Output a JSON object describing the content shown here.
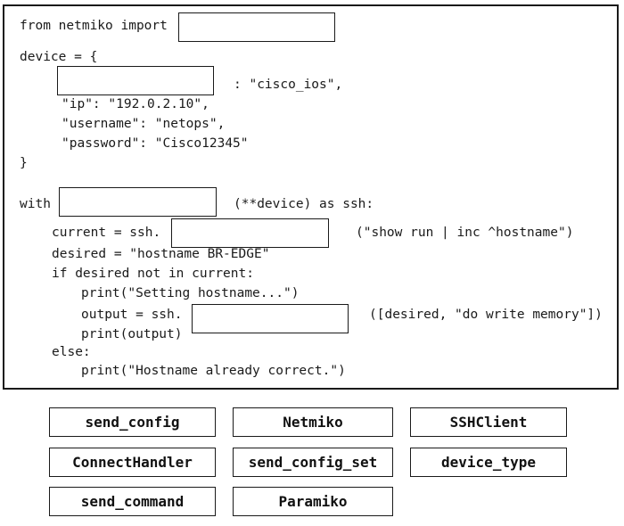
{
  "code": {
    "l1": "from netmiko import",
    "l2": "device = {",
    "l3": ": \"cisco_ios\",",
    "l4": "\"ip\": \"192.0.2.10\",",
    "l5": "\"username\": \"netops\",",
    "l6": "\"password\": \"Cisco12345\"",
    "l7": "}",
    "l8a": "with",
    "l8b": "(**device) as ssh:",
    "l9a": "current = ssh.",
    "l9b": "(\"show run | inc ^hostname\")",
    "l10": "desired = \"hostname BR-EDGE\"",
    "l11": "if desired not in current:",
    "l12": "print(\"Setting hostname...\")",
    "l13a": "output = ssh.",
    "l13b": "([desired, \"do write memory\"])",
    "l14": "print(output)",
    "l15": "else:",
    "l16": "print(\"Hostname already correct.\")"
  },
  "options": {
    "send_config": "send_config",
    "netmiko": "Netmiko",
    "sshclient": "SSHClient",
    "connecthandler": "ConnectHandler",
    "send_config_set": "send_config_set",
    "device_type": "device_type",
    "send_command": "send_command",
    "paramiko": "Paramiko"
  }
}
